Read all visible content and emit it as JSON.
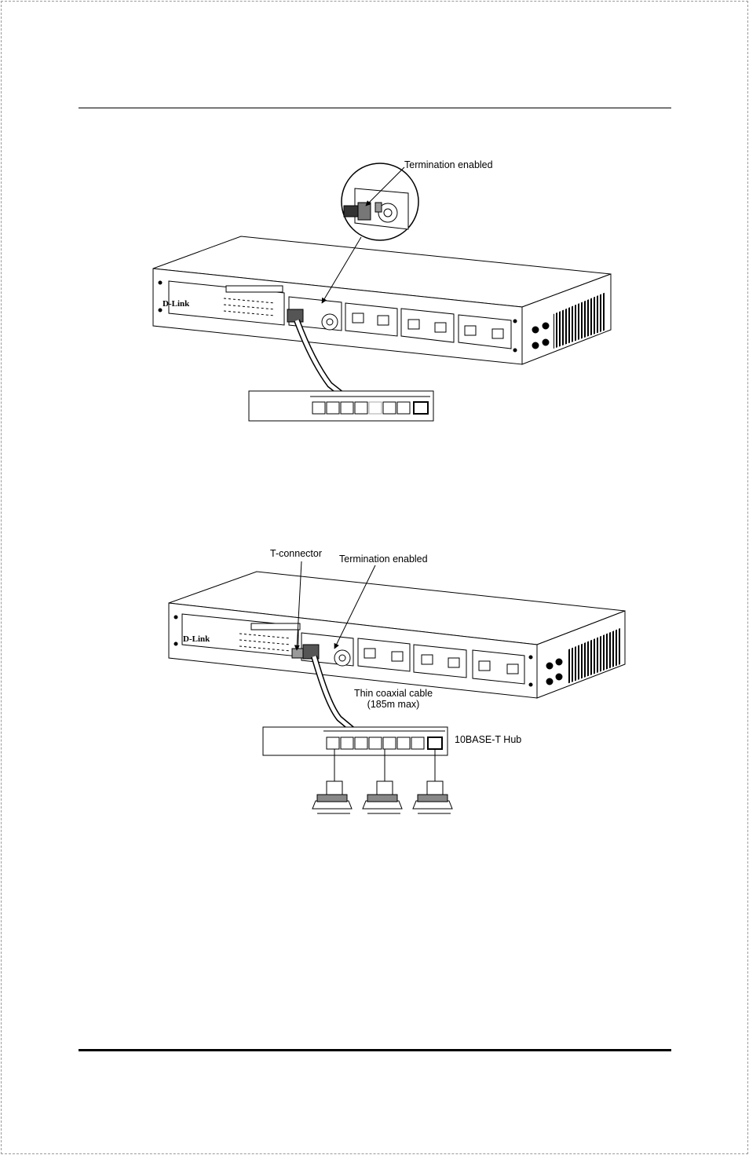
{
  "figure1": {
    "callout": "Termination enabled",
    "switch_logo": "D-Link"
  },
  "figure2": {
    "callout_tconnector": "T-connector",
    "callout_termination": "Termination enabled",
    "cable_label_line1": "Thin coaxial cable",
    "cable_label_line2": "(185m max)",
    "hub_label": "10BASE-T Hub",
    "switch_logo": "D-Link"
  }
}
